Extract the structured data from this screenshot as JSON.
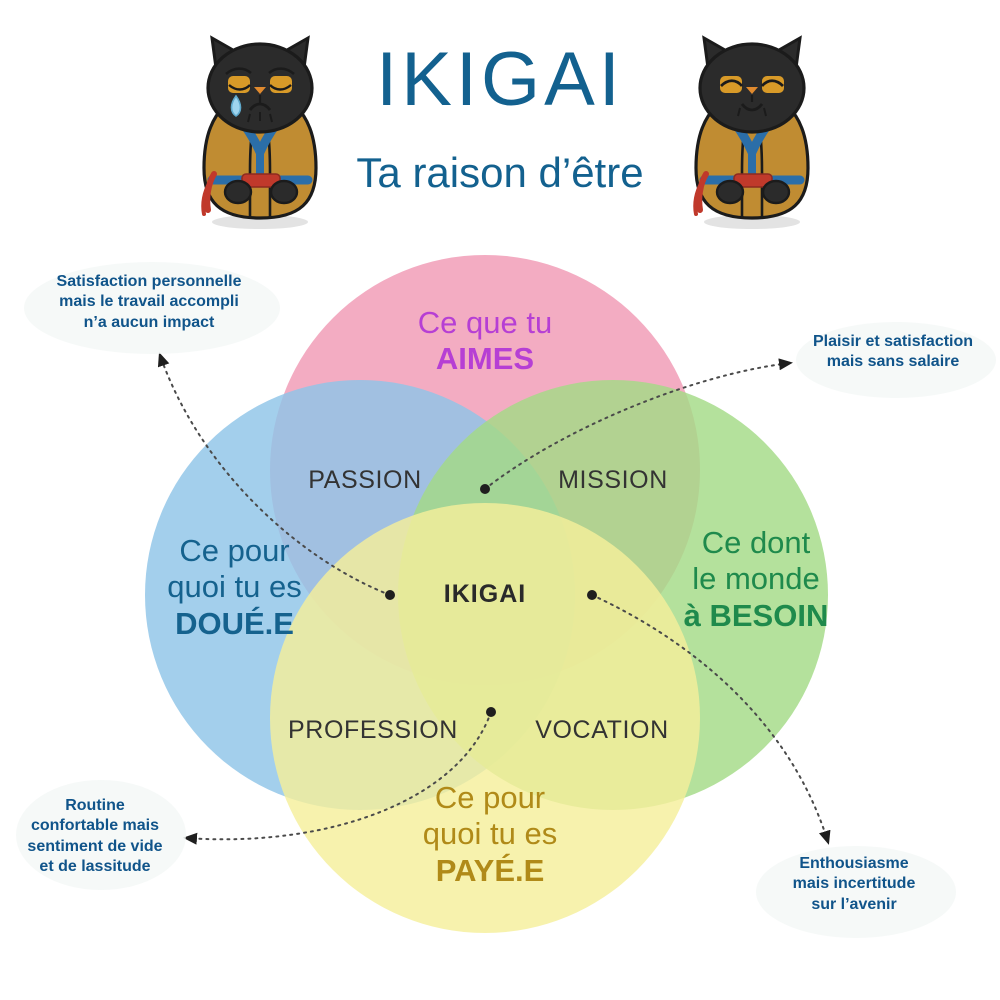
{
  "header": {
    "title": "IKIGAI",
    "subtitle": "Ta raison d’être",
    "title_color": "#13618f"
  },
  "mascots": [
    {
      "name": "cat-mascot-sad",
      "expression": "sad",
      "icon": "crying-cat-icon",
      "body_color": "#c08c32",
      "fur_color": "#2b2b2b",
      "trim_color": "#2b6ea8",
      "sash_color": "#c0392b"
    },
    {
      "name": "cat-mascot-happy",
      "expression": "happy",
      "icon": "smiling-cat-icon",
      "body_color": "#c08c32",
      "fur_color": "#2b2b2b",
      "trim_color": "#2b6ea8",
      "sash_color": "#c0392b"
    }
  ],
  "venn": {
    "circles": [
      {
        "id": "aimes",
        "label_line1": "Ce que tu",
        "label_line2": "AIMES",
        "color": "#f09ab4",
        "text_color": "#b63fd4",
        "position": "top"
      },
      {
        "id": "doue",
        "label_line1": "Ce pour",
        "label_line2": "quoi tu es",
        "label_line3": "DOUÉ.E",
        "color": "#8fc4e8",
        "text_color": "#15628e",
        "position": "left"
      },
      {
        "id": "besoin",
        "label_line1": "Ce dont",
        "label_line2": "le monde",
        "label_line3": "à  BESOIN",
        "color": "#a4da86",
        "text_color": "#1f8a4c",
        "position": "right"
      },
      {
        "id": "paye",
        "label_line1": "Ce pour",
        "label_line2": "quoi tu es",
        "label_line3": "PAYÉ.E",
        "color": "#f5ef9b",
        "text_color": "#b08a18",
        "position": "bottom"
      }
    ],
    "labels": {
      "aimes": {
        "line1": "Ce que tu",
        "line2": "AIMES"
      },
      "doue": {
        "line1": "Ce pour",
        "line2": "quoi tu es",
        "line3": "DOUÉ.E"
      },
      "besoin": {
        "line1": "Ce dont",
        "line2": "le monde",
        "line3": "à  BESOIN"
      },
      "paye": {
        "line1": "Ce pour",
        "line2": "quoi tu es",
        "line3": "PAYÉ.E"
      }
    },
    "intersections": {
      "passion": "PASSION",
      "mission": "MISSION",
      "profession": "PROFESSION",
      "vocation": "VOCATION",
      "center": "IKIGAI"
    }
  },
  "callouts": {
    "top_left": {
      "line1": "Satisfaction personnelle",
      "line2": "mais le travail accompli",
      "line3": "n’a aucun impact",
      "points_to": "passion"
    },
    "top_right": {
      "line1": "Plaisir et satisfaction",
      "line2": "mais sans salaire",
      "points_to": "mission"
    },
    "bottom_left": {
      "line1": "Routine",
      "line2": "confortable mais",
      "line3": "sentiment de vide",
      "line4": "et de lassitude",
      "points_to": "profession"
    },
    "bottom_right": {
      "line1": "Enthousiasme",
      "line2": "mais incertitude",
      "line3": "sur l’avenir",
      "points_to": "vocation"
    },
    "text_color": "#10548a"
  }
}
